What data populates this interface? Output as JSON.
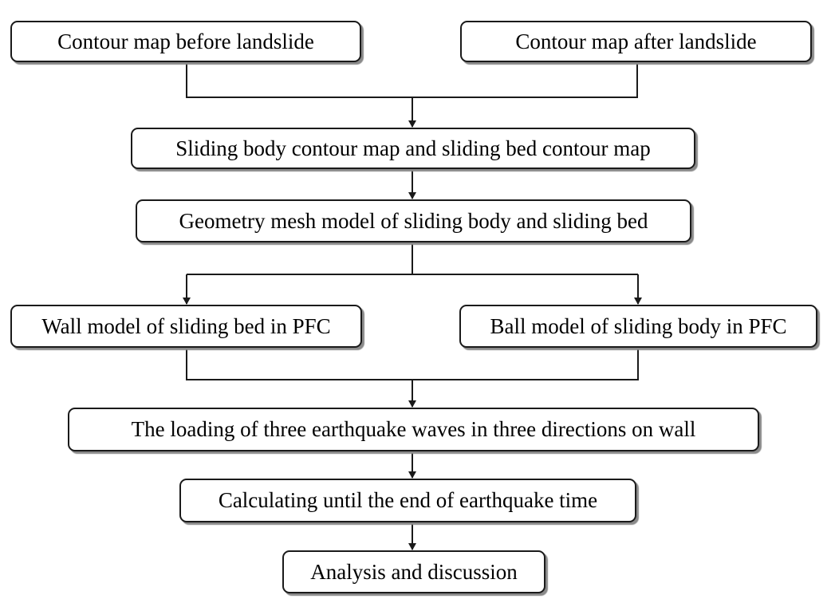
{
  "nodes": {
    "contour_before": "Contour map before landslide",
    "contour_after": "Contour map after landslide",
    "sliding_contour": "Sliding body contour map and sliding bed contour map",
    "geometry_mesh": "Geometry mesh model of sliding body and sliding bed",
    "wall_model": "Wall model of sliding bed in PFC",
    "ball_model": "Ball model of sliding body in PFC",
    "wave_loading": "The loading of three earthquake waves in three directions on wall",
    "calculating": "Calculating until the end of earthquake time",
    "analysis": "Analysis and discussion"
  },
  "edges": [
    {
      "from": "contour_before",
      "to": "sliding_contour"
    },
    {
      "from": "contour_after",
      "to": "sliding_contour"
    },
    {
      "from": "sliding_contour",
      "to": "geometry_mesh"
    },
    {
      "from": "geometry_mesh",
      "to": "wall_model"
    },
    {
      "from": "geometry_mesh",
      "to": "ball_model"
    },
    {
      "from": "wall_model",
      "to": "wave_loading"
    },
    {
      "from": "ball_model",
      "to": "wave_loading"
    },
    {
      "from": "wave_loading",
      "to": "calculating"
    },
    {
      "from": "calculating",
      "to": "analysis"
    }
  ],
  "colors": {
    "stroke": "#1a1a1a",
    "shadow": "#8a8a8a",
    "background": "#ffffff"
  }
}
